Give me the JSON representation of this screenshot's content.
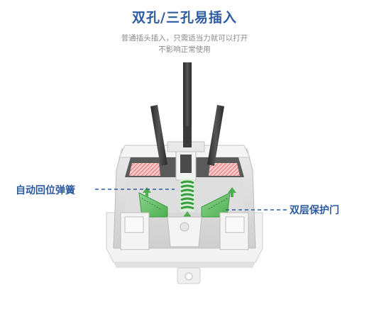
{
  "header": {
    "title": "双孔/三孔易插入",
    "subtitle_line1": "普通插头插入，只需适当力就可以打开",
    "subtitle_line2": "不影响正常使用"
  },
  "callouts": {
    "left": "自动回位弹簧",
    "right": "双层保护门"
  },
  "colors": {
    "title_blue": "#2d5aa0",
    "spring_green": "#4caf50",
    "indicator_red": "#e23d3d",
    "plug_dark": "#3a3a3a"
  }
}
